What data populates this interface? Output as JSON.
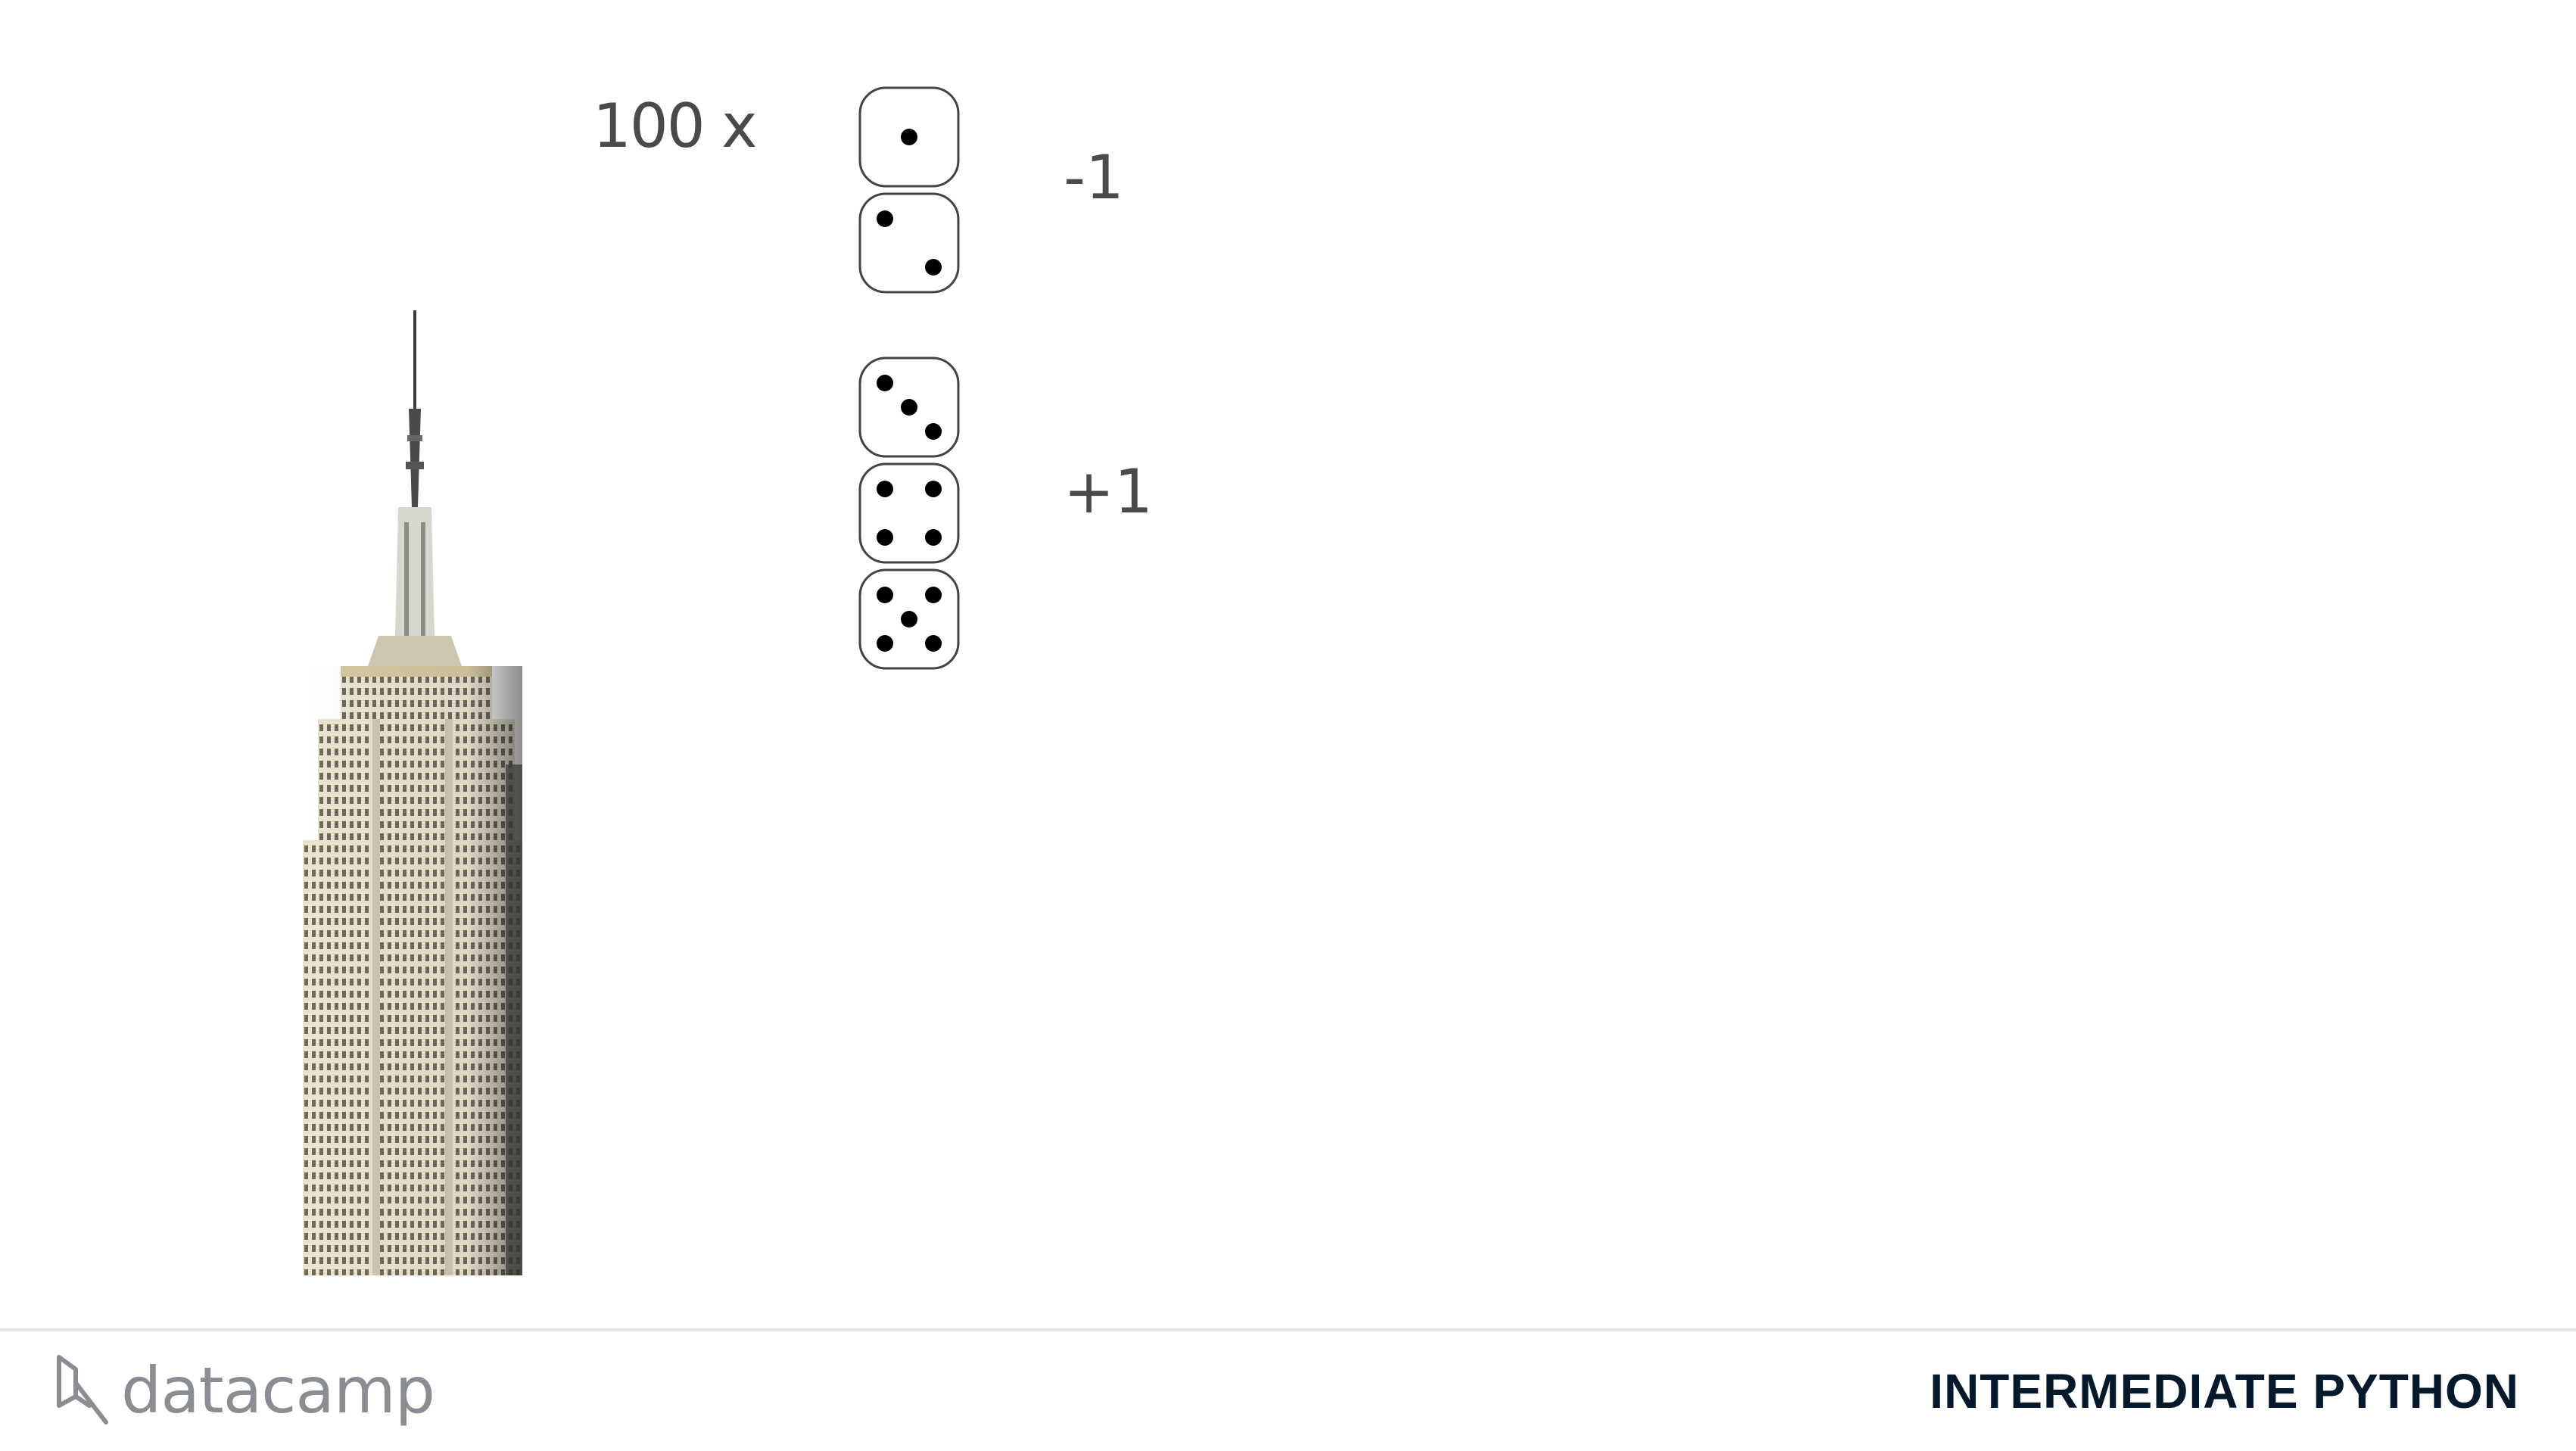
{
  "slide": {
    "repeat_label": "100 x",
    "outcomes": [
      {
        "faces": [
          1,
          2
        ],
        "score": "-1"
      },
      {
        "faces": [
          3,
          4,
          5
        ],
        "score": "+1"
      }
    ],
    "image_subject": "empire-state-building"
  },
  "footer": {
    "logo_text": "datacamp",
    "course_title": "INTERMEDIATE PYTHON"
  },
  "colors": {
    "text": "#4a4a4a",
    "title": "#05192d",
    "logo": "#8a8d91",
    "divider": "#e3e3e3"
  }
}
